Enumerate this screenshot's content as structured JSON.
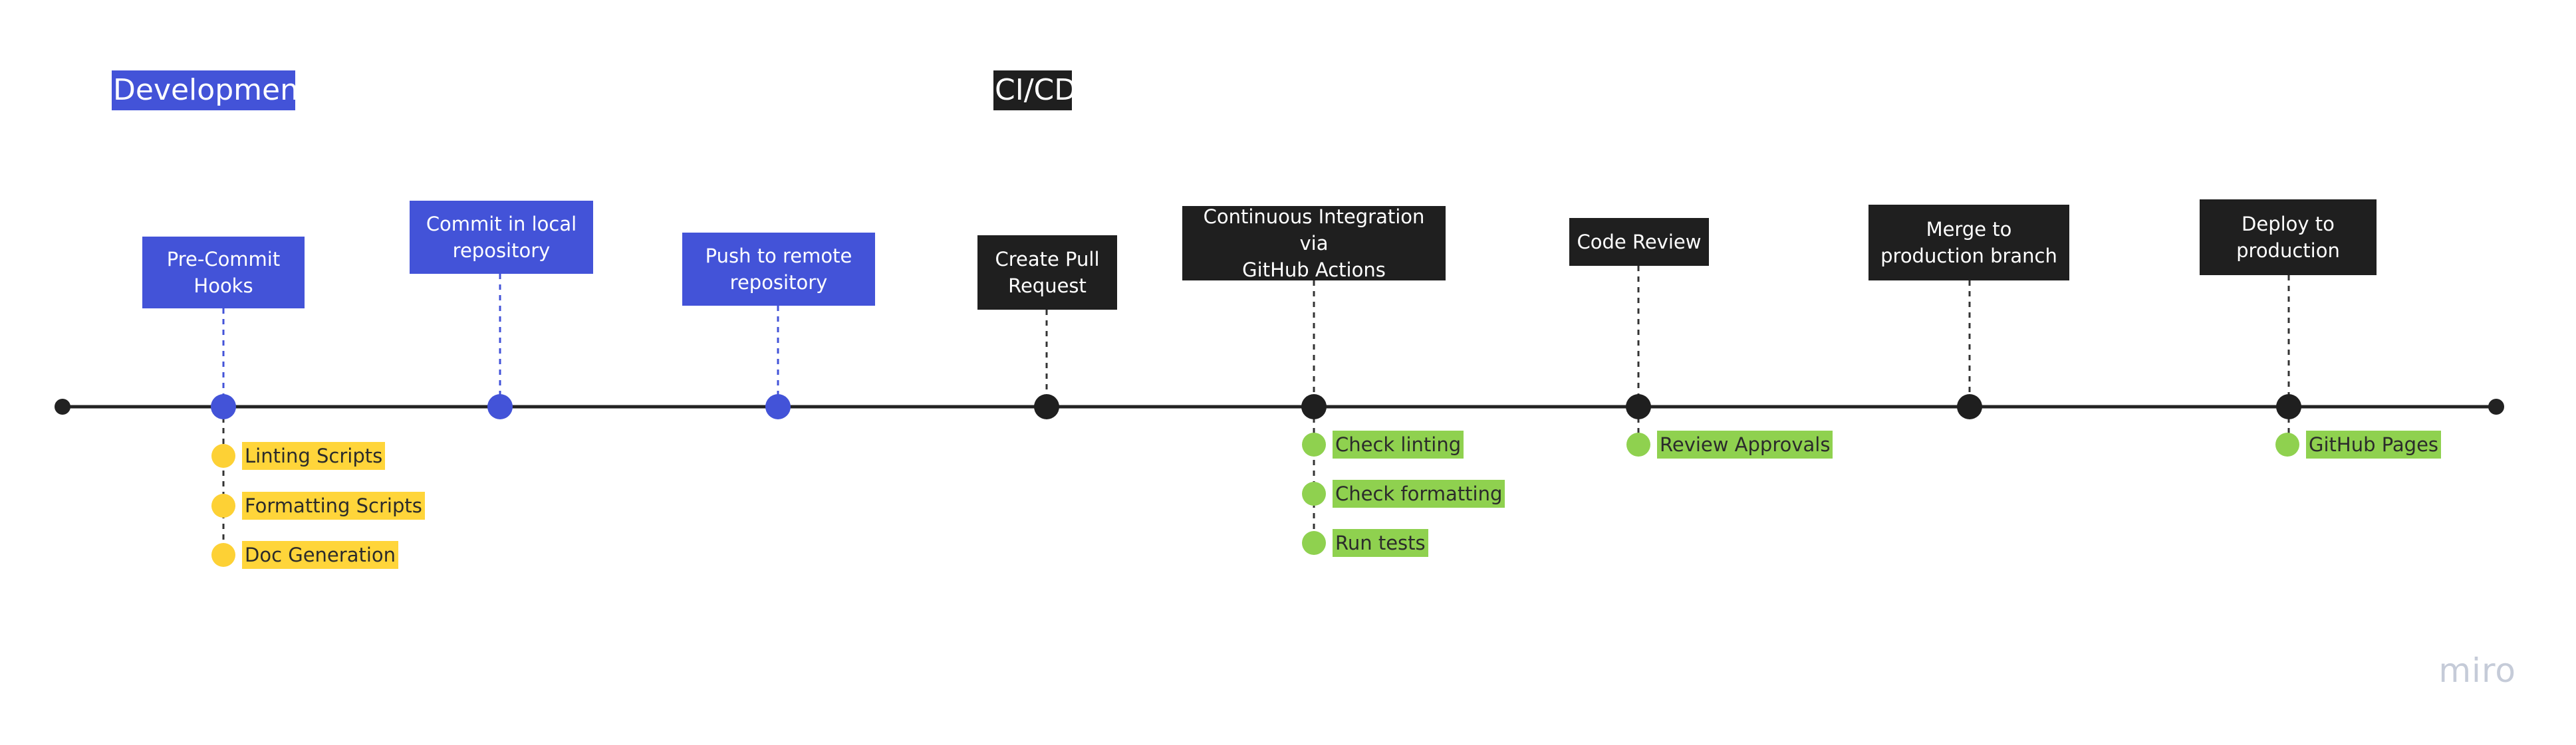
{
  "sections": {
    "development": {
      "label": "Development",
      "color": "#4353d8"
    },
    "cicd": {
      "label": "CI/CD",
      "color": "#1f1f1f"
    }
  },
  "colors": {
    "timeline_line": "#222222",
    "connector_blue": "#4353d8",
    "connector_dark": "#333333",
    "dev_node": "#4353d8",
    "cicd_node": "#1f1f1f",
    "yellow_dot": "#fdd135",
    "yellow_highlight": "#ffd53a",
    "green_dot": "#8fd14f",
    "green_highlight": "#8fd14f"
  },
  "steps": [
    {
      "label": "Pre-Commit\nHooks",
      "phase": "dev"
    },
    {
      "label": "Commit in local\nrepository",
      "phase": "dev"
    },
    {
      "label": "Push to remote\nrepository",
      "phase": "dev"
    },
    {
      "label": "Create Pull\nRequest",
      "phase": "cicd"
    },
    {
      "label": "Continuous Integration via\nGitHub Actions",
      "phase": "cicd"
    },
    {
      "label": "Code Review",
      "phase": "cicd"
    },
    {
      "label": "Merge to\nproduction branch",
      "phase": "cicd"
    },
    {
      "label": "Deploy to\nproduction",
      "phase": "cicd"
    }
  ],
  "details": {
    "pre_commit": [
      "Linting Scripts",
      "Formatting Scripts",
      "Doc Generation"
    ],
    "continuous_integration": [
      "Check linting",
      "Check formatting",
      "Run tests"
    ],
    "code_review": [
      "Review Approvals"
    ],
    "deploy": [
      "GitHub Pages"
    ]
  },
  "brand": {
    "text": "miro"
  }
}
